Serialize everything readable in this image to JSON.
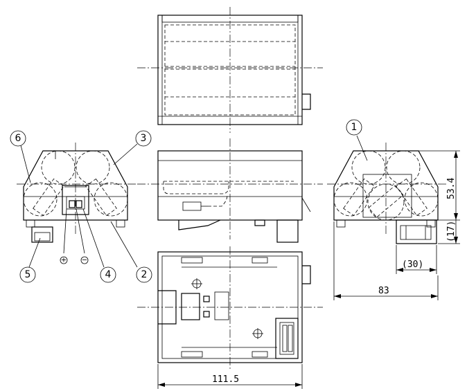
{
  "callouts": {
    "c1": "1",
    "c2": "2",
    "c3": "3",
    "c4": "4",
    "c5": "5",
    "c6": "6"
  },
  "polarity": {
    "plus": "+",
    "minus": "−"
  },
  "dimensions": {
    "width_bottom": "111.5",
    "width_side": "83",
    "height_side": "53.4",
    "sub_height": "(17)",
    "sub_width": "(30)"
  }
}
